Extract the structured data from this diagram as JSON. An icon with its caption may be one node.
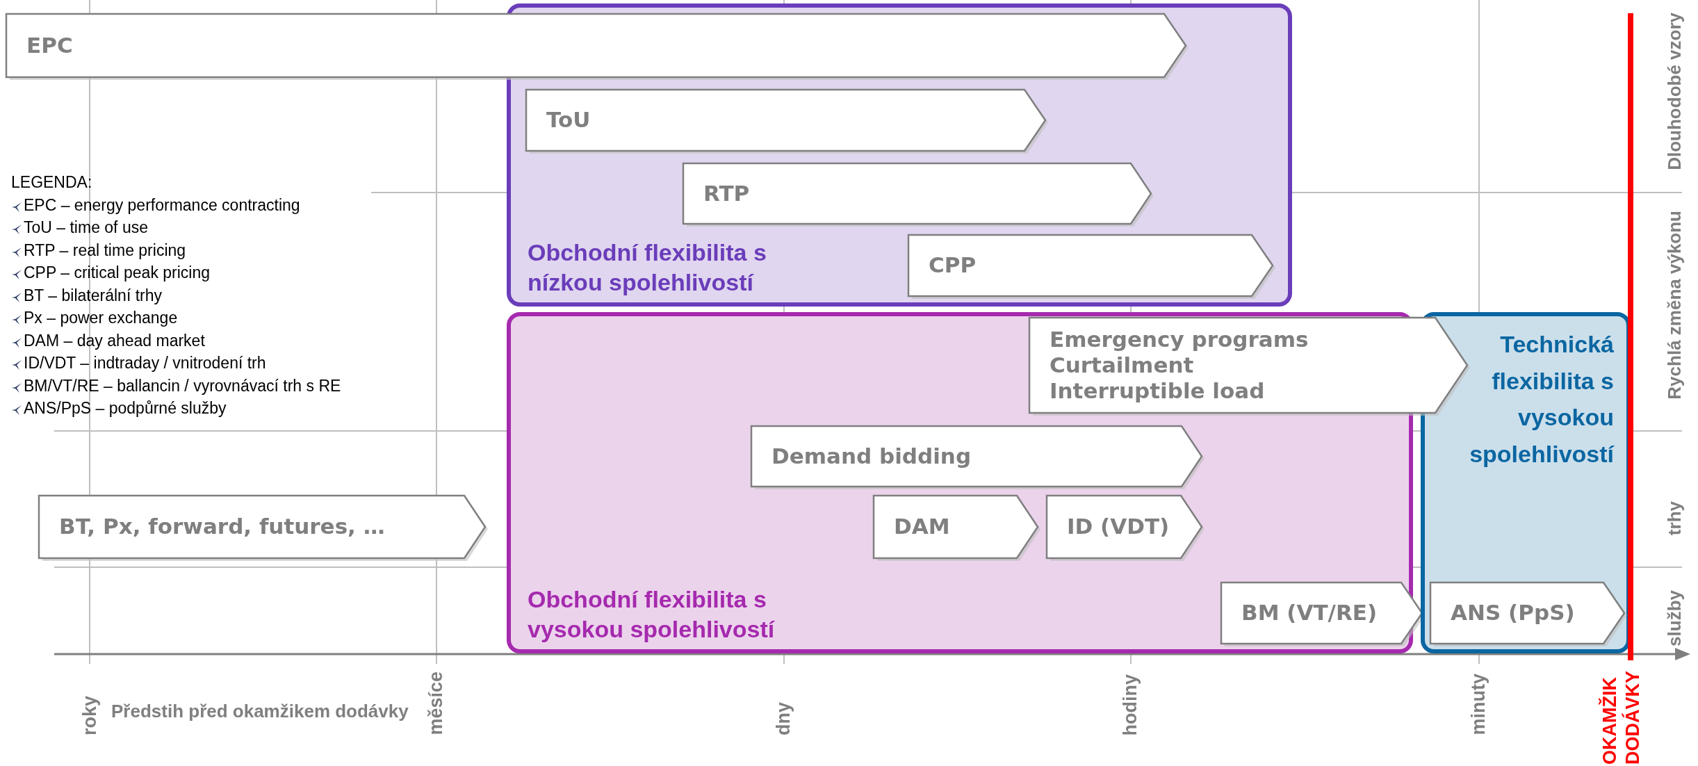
{
  "diagram": {
    "nodes": [
      {
        "text": [
          "EPC"
        ]
      },
      {
        "text": [
          "Obchodní flexibilita s nízkou spolehlivostí"
        ]
      },
      {
        "text": [
          "ToU"
        ],
        "in": 1
      },
      {
        "text": [
          "RTP"
        ],
        "in": 1
      },
      {
        "text": [
          "CPP"
        ],
        "in": 1
      },
      {
        "text": [
          "Obchodní flexibilita s vysokou spolehlivostí"
        ]
      },
      {
        "text": [
          "Emergency programs",
          "Curtailment",
          "Interruptible load"
        ]
      },
      {
        "text": [
          "Technická flexibilita s vysokou spolehlivostí"
        ]
      },
      {
        "text": [
          "Demand bidding"
        ],
        "in": 5
      },
      {
        "text": [
          "BT, Px, forward, futures, …"
        ]
      },
      {
        "text": [
          "DAM"
        ],
        "in": 5
      },
      {
        "text": [
          "ID (VDT)"
        ],
        "in": 5
      },
      {
        "text": [
          "BM (VT/RE)"
        ],
        "in": 5
      },
      {
        "text": [
          "ANS (PpS)"
        ],
        "in": 7
      }
    ],
    "labels": [
      "Dlouhodobé vzory",
      "LEGENDA:",
      "EPC – energy performance contracting",
      "ToU – time of use",
      "RTP – real time pricing",
      "CPP – critical peak pricing",
      "BT – bilaterální trhy",
      "Px – power exchange",
      "DAM – day ahead market",
      "ID/VDT – indtraday / vnitrodení trh",
      "BM/VT/RE – ballancin / vyrovnávací trh s RE",
      "ANS/PpS – podpůrné služby",
      "Rychlá změna výkonu",
      "trhy",
      "služby",
      "roky",
      "Předstih před okamžikem dodávky",
      "měsíce",
      "dny",
      "hodiny",
      "minuty",
      "OKAMŽIK DODÁVKY"
    ]
  }
}
